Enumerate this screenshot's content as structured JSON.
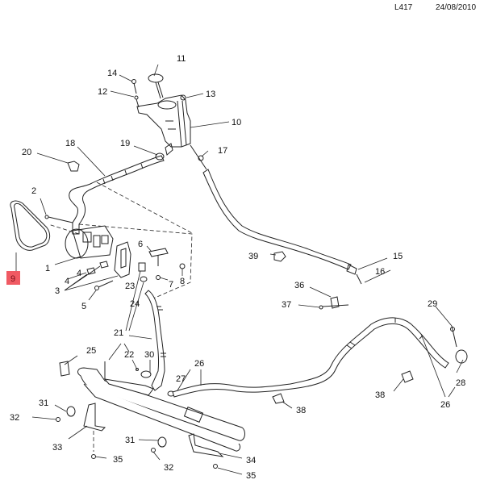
{
  "header": {
    "diagram_code": "L417",
    "date": "24/08/2010"
  },
  "highlight_color": "#f05a63",
  "callouts": [
    {
      "id": "c1",
      "text": "1"
    },
    {
      "id": "c2",
      "text": "2"
    },
    {
      "id": "c3",
      "text": "3"
    },
    {
      "id": "c4a",
      "text": "4"
    },
    {
      "id": "c4b",
      "text": "4"
    },
    {
      "id": "c5",
      "text": "5"
    },
    {
      "id": "c6",
      "text": "6"
    },
    {
      "id": "c7",
      "text": "7"
    },
    {
      "id": "c8",
      "text": "8"
    },
    {
      "id": "c9",
      "text": "9",
      "highlighted": true
    },
    {
      "id": "c10",
      "text": "10"
    },
    {
      "id": "c11",
      "text": "11"
    },
    {
      "id": "c12",
      "text": "12"
    },
    {
      "id": "c13",
      "text": "13"
    },
    {
      "id": "c14",
      "text": "14"
    },
    {
      "id": "c15",
      "text": "15"
    },
    {
      "id": "c16",
      "text": "16"
    },
    {
      "id": "c17",
      "text": "17"
    },
    {
      "id": "c18",
      "text": "18"
    },
    {
      "id": "c19",
      "text": "19"
    },
    {
      "id": "c20",
      "text": "20"
    },
    {
      "id": "c21",
      "text": "21"
    },
    {
      "id": "c22",
      "text": "22"
    },
    {
      "id": "c23",
      "text": "23"
    },
    {
      "id": "c24",
      "text": "24"
    },
    {
      "id": "c25",
      "text": "25"
    },
    {
      "id": "c26a",
      "text": "26"
    },
    {
      "id": "c26b",
      "text": "26"
    },
    {
      "id": "c27",
      "text": "27"
    },
    {
      "id": "c28",
      "text": "28"
    },
    {
      "id": "c29",
      "text": "29"
    },
    {
      "id": "c30",
      "text": "30"
    },
    {
      "id": "c31a",
      "text": "31"
    },
    {
      "id": "c31b",
      "text": "31"
    },
    {
      "id": "c32a",
      "text": "32"
    },
    {
      "id": "c32b",
      "text": "32"
    },
    {
      "id": "c33",
      "text": "33"
    },
    {
      "id": "c34",
      "text": "34"
    },
    {
      "id": "c35a",
      "text": "35"
    },
    {
      "id": "c35b",
      "text": "35"
    },
    {
      "id": "c36",
      "text": "36"
    },
    {
      "id": "c37",
      "text": "37"
    },
    {
      "id": "c38a",
      "text": "38"
    },
    {
      "id": "c38b",
      "text": "38"
    },
    {
      "id": "c39",
      "text": "39"
    }
  ]
}
